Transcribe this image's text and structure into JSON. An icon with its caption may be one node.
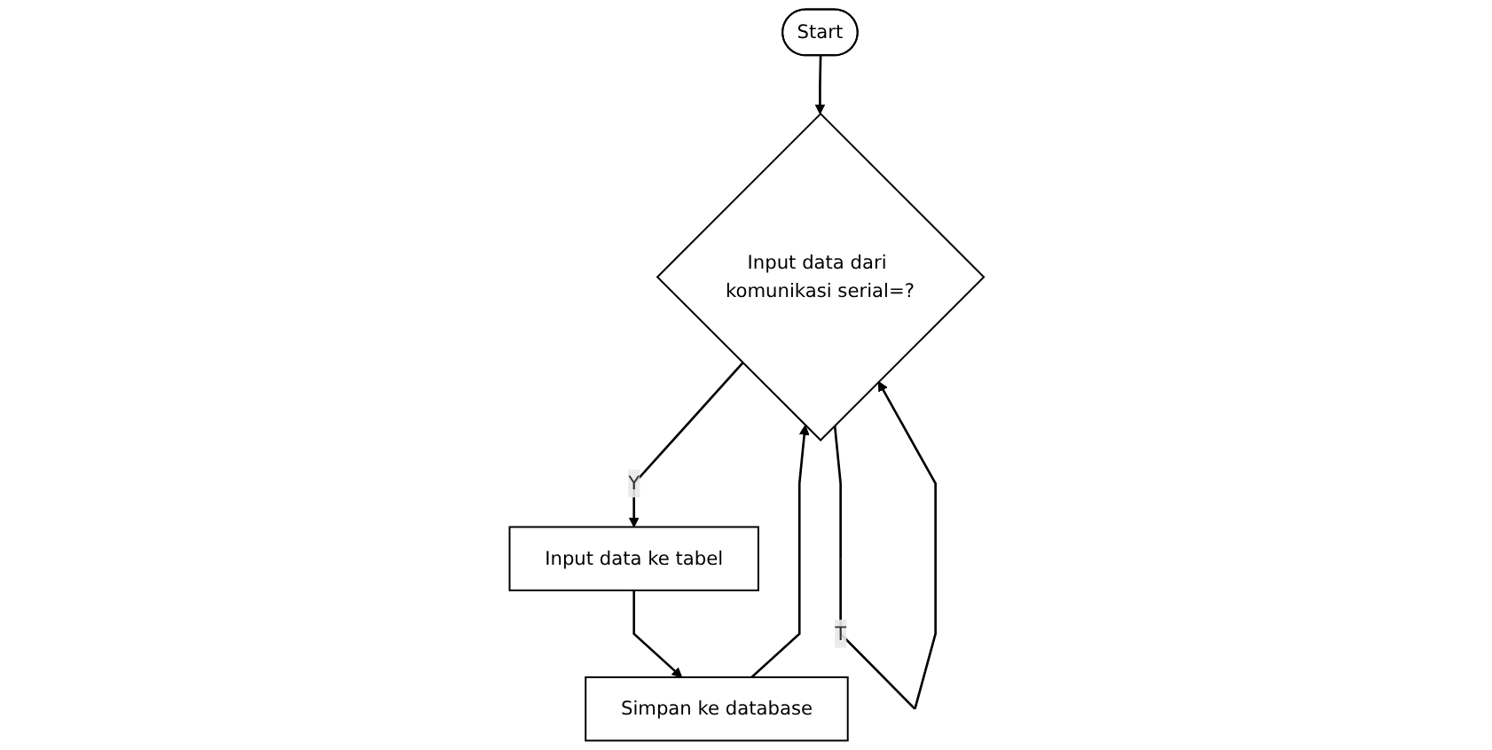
{
  "diagram": {
    "nodes": [
      {
        "text": [
          "Start"
        ]
      },
      {
        "text": [
          "Input data dari komunikasi serial=?"
        ]
      },
      {
        "text": [
          "Input data ke tabel"
        ]
      },
      {
        "text": [
          "Simpan ke database"
        ]
      }
    ],
    "edges": [
      {
        "from": 0,
        "to": 1,
        "arrow": "to"
      },
      {
        "from": 1,
        "to": 2,
        "label": "Y",
        "arrow": "to"
      },
      {
        "from": 2,
        "to": 3,
        "arrow": "to"
      },
      {
        "from": 3,
        "to": 1,
        "arrow": "to"
      },
      {
        "from": 1,
        "to": 1,
        "label": "T",
        "arrow": "to"
      }
    ]
  }
}
